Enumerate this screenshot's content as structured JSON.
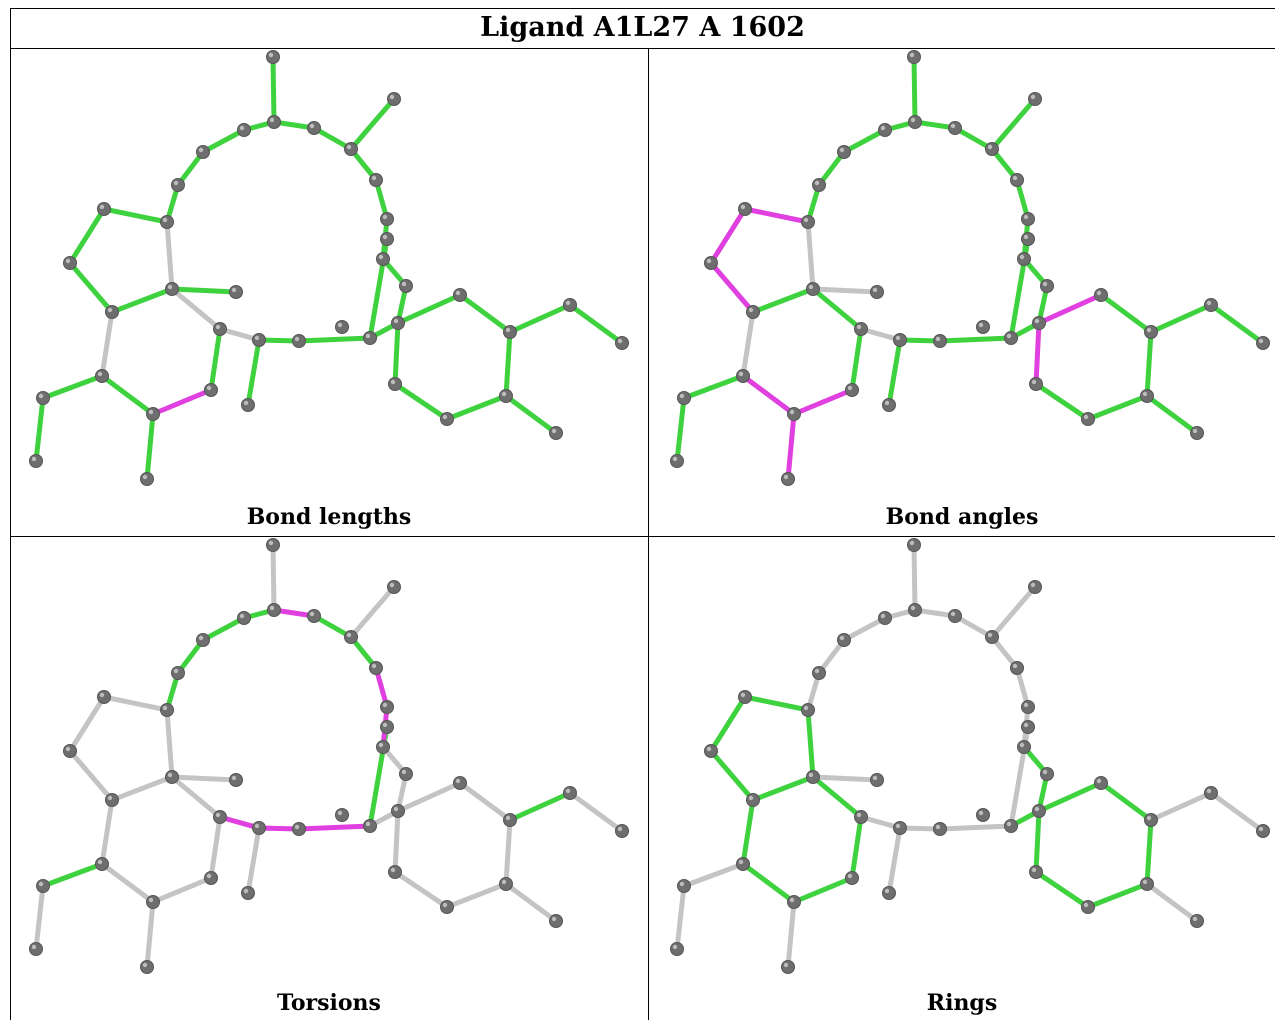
{
  "title": "Ligand A1L27 A 1602",
  "panels": [
    {
      "caption": "Bond lengths"
    },
    {
      "caption": "Bond angles"
    },
    {
      "caption": "Torsions"
    },
    {
      "caption": "Rings"
    }
  ],
  "colors": {
    "ok": "#3fd23f",
    "outlier": "#e040e0",
    "neutral": "#c4c4c4",
    "atom": "#6e6e6e"
  }
}
